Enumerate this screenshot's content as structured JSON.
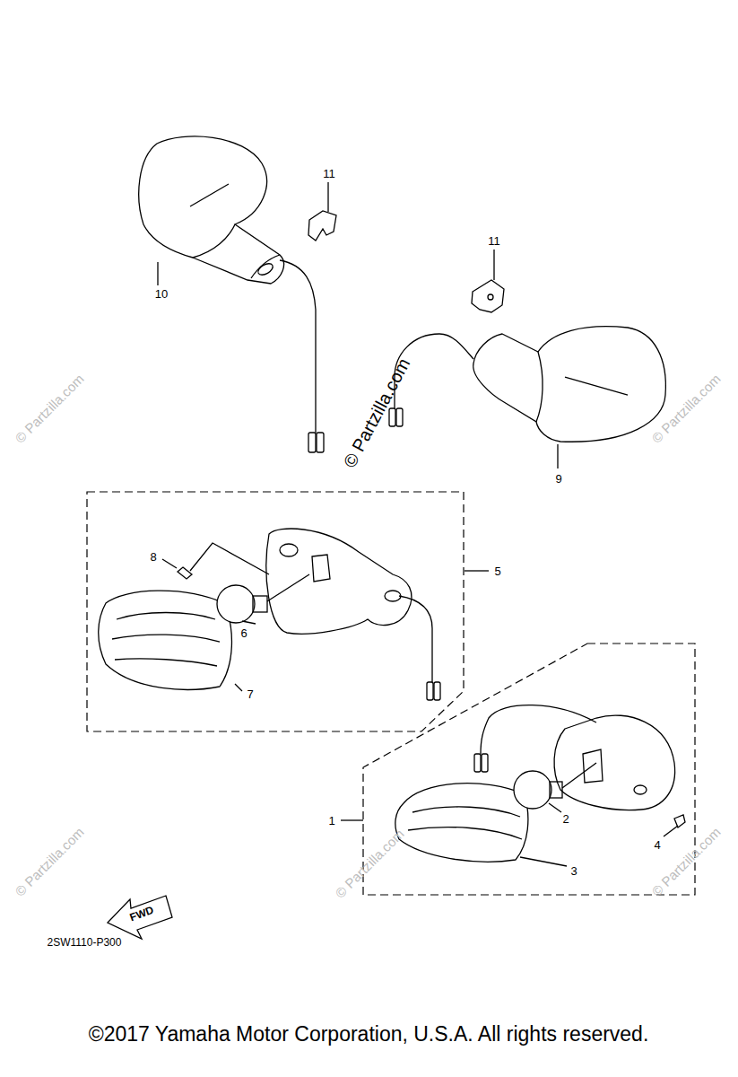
{
  "diagram": {
    "caption": "©2017 Yamaha Motor Corporation, U.S.A. All rights reserved.",
    "nodes": [
      {
        "text": [
          "5",
          "8",
          "6",
          "7"
        ]
      },
      {
        "text": [
          "1",
          "2",
          "4",
          "3"
        ]
      }
    ],
    "labels": [
      "11",
      "10",
      "11",
      "9",
      "FWD",
      "2SW1110-P300",
      "© Partzilla.com",
      "© Partzilla.com",
      "© Partzilla.com",
      "© Partzilla.com",
      "© Partzilla.com",
      "© Partzilla.com"
    ]
  }
}
